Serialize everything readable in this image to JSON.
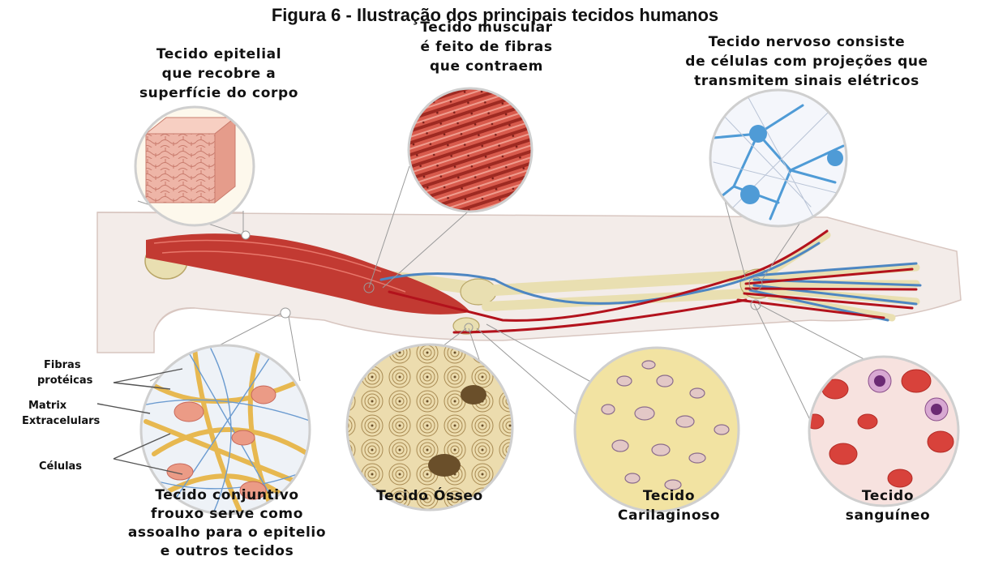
{
  "figure": {
    "title": "Figura 6 - Ilustração dos principais tecidos humanos"
  },
  "labels": {
    "epitelial": [
      "Tecido epitelial",
      "que recobre a",
      "superfície do corpo"
    ],
    "muscular": [
      "Tecido muscular",
      "é feito de fibras",
      "que contraem"
    ],
    "nervoso": [
      "Tecido nervoso consiste",
      "de células com projeções que",
      "transmitem sinais elétricos"
    ],
    "conjuntivo": [
      "Tecido conjuntivo",
      "frouxo serve como",
      "assoalho para o epitelio",
      "e outros tecidos"
    ],
    "osseo": [
      "Tecido Ósseo"
    ],
    "cartilaginoso": [
      "Tecido",
      "Carilaginoso"
    ],
    "sanguineo": [
      "Tecido",
      "sanguíneo"
    ]
  },
  "callouts": {
    "fibras": [
      "Fibras",
      "protéicas"
    ],
    "matrix": [
      "Matrix",
      "Extracelulars"
    ],
    "celulas": [
      "Células"
    ]
  },
  "colors": {
    "skin": "#f3ece9",
    "muscle": "#c23a32",
    "bone": "#e9dfb1",
    "artery": "#b3121c",
    "vein": "#4d86c2",
    "nerve_cell": "#4f9bd6",
    "cartilage": "#f2e3a2",
    "blood_bg": "#f7e2df"
  }
}
